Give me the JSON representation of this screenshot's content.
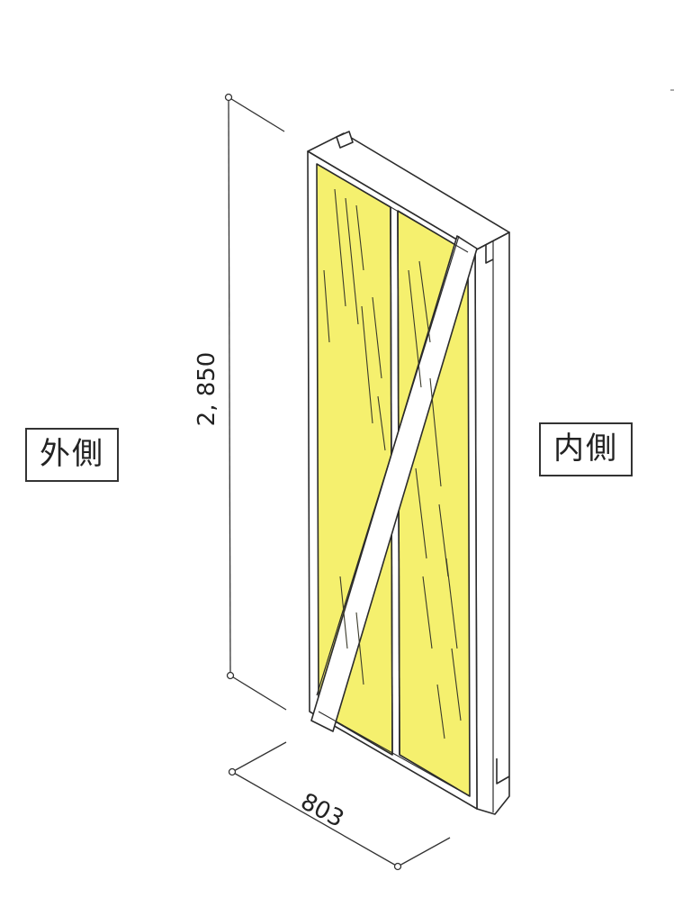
{
  "labels": {
    "outside": "外側",
    "inside": "内側"
  },
  "dimensions": {
    "height": "2, 850",
    "width": "803"
  },
  "colors": {
    "glass": "#f5f06e",
    "frame_line": "#2b2b2b",
    "frame_fill": "#ffffff",
    "dimension_line": "#333333"
  }
}
